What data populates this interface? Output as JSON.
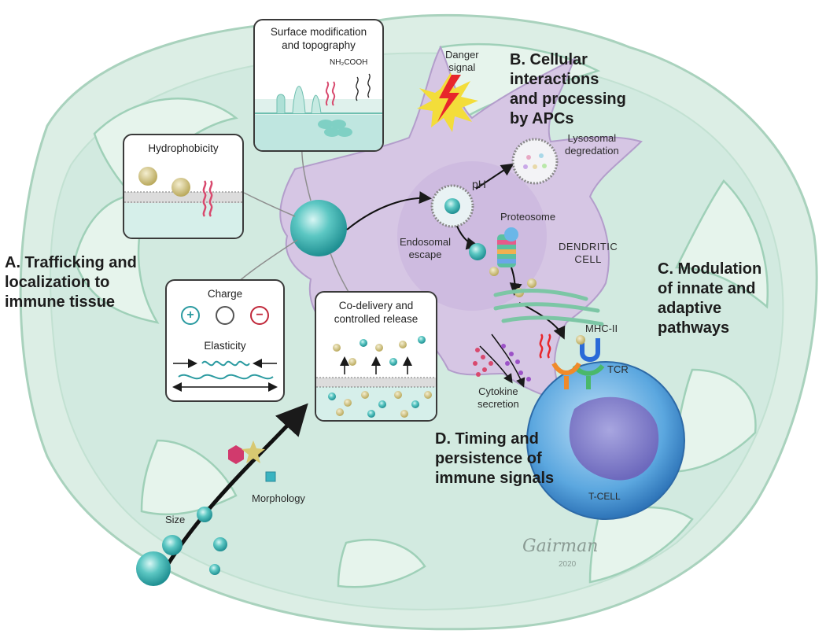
{
  "sections": {
    "a": {
      "line1": "A. Trafficking and",
      "line2": "localization to",
      "line3": "immune tissue"
    },
    "b": {
      "line1": "B. Cellular",
      "line2": "interactions",
      "line3": "and processing",
      "line4": "by APCs"
    },
    "c": {
      "line1": "C. Modulation",
      "line2": "of innate and",
      "line3": "adaptive",
      "line4": "pathways"
    },
    "d": {
      "line1": "D. Timing and",
      "line2": "persistence of",
      "line3": "immune signals"
    }
  },
  "boxes": {
    "surface": {
      "line1": "Surface modification",
      "line2": "and topography",
      "chem": "NH₂COOH"
    },
    "hydrophobicity": {
      "title": "Hydrophobicity"
    },
    "charge": {
      "title": "Charge",
      "plus": "+",
      "minus": "−",
      "elasticity": "Elasticity"
    },
    "codelivery": {
      "line1": "Co-delivery and",
      "line2": "controlled release"
    }
  },
  "labels": {
    "danger1": "Danger",
    "danger2": "signal",
    "lyso1": "Lysosomal",
    "lyso2": "degredation",
    "ph": "pH",
    "proteosome": "Proteosome",
    "endo1": "Endosomal",
    "endo2": "escape",
    "dendritic1": "DENDRITIC",
    "dendritic2": "CELL",
    "mhc": "MHC-II",
    "tcr": "TCR",
    "cyto1": "Cytokine",
    "cyto2": "secretion",
    "tcell": "T-CELL",
    "size": "Size",
    "morphology": "Morphology",
    "signature": "Gairman",
    "year": "2020"
  },
  "colors": {
    "tissue_fill": "#d9efe4",
    "tissue_stroke": "#8fc7ad",
    "dendritic_fill": "#d9cbe6",
    "particle": "#35b3b3",
    "tcell": "#3a86cf",
    "danger_red": "#e8262b",
    "danger_yellow": "#f3dd3a"
  }
}
